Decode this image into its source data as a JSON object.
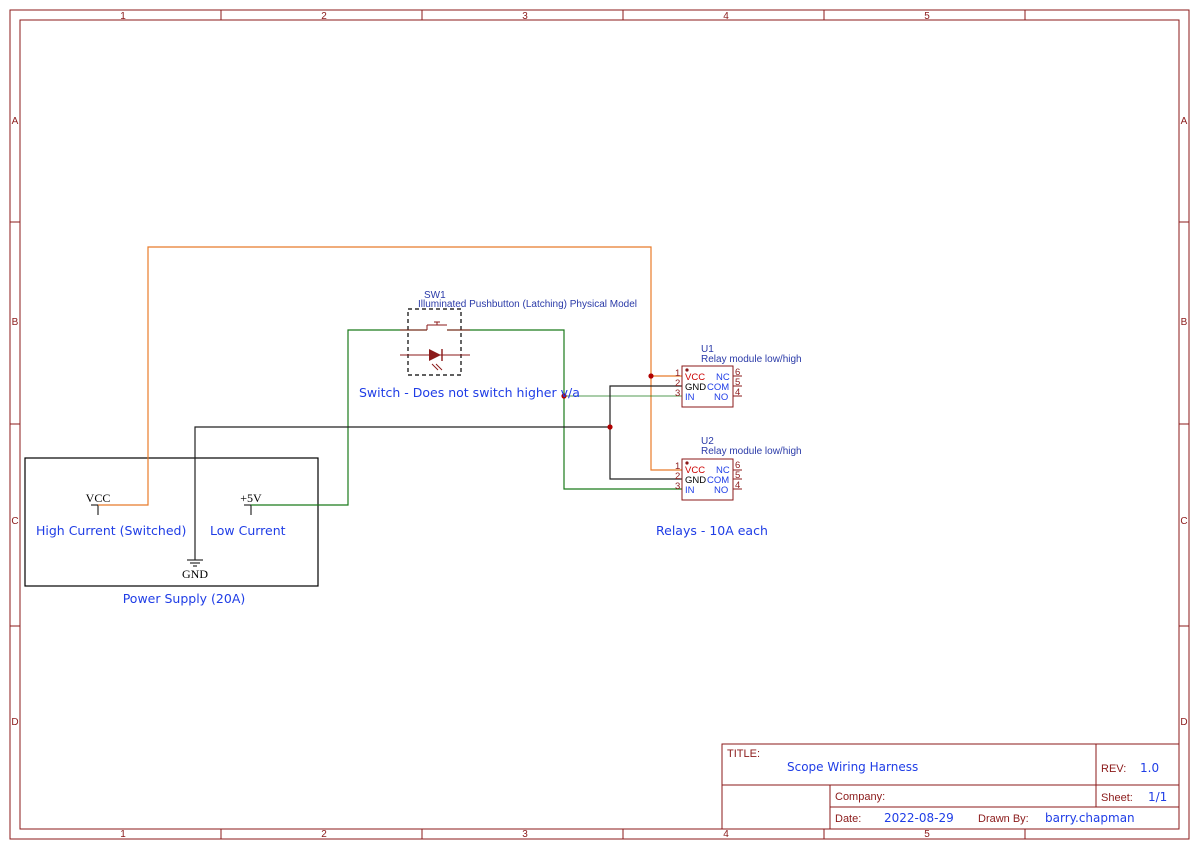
{
  "frame": {
    "columns": [
      "1",
      "2",
      "3",
      "4",
      "5"
    ],
    "rows": [
      "A",
      "B",
      "C",
      "D"
    ]
  },
  "title_block": {
    "title_label": "TITLE:",
    "title": "Scope Wiring Harness",
    "rev_label": "REV:",
    "rev": "1.0",
    "company_label": "Company:",
    "company": "",
    "sheet_label": "Sheet:",
    "sheet": "1/1",
    "date_label": "Date:",
    "date": "2022-08-29",
    "drawn_by_label": "Drawn By:",
    "drawn_by": "barry.chapman"
  },
  "power_supply": {
    "label": "Power Supply (20A)",
    "vcc": "VCC",
    "vcc_desc": "High Current (Switched)",
    "p5v": "+5V",
    "p5v_desc": "Low Current",
    "gnd": "GND"
  },
  "switch": {
    "ref": "SW1",
    "value": "Illuminated Pushbutton (Latching) Physical Model",
    "note": "Switch - Does not switch higher v/a"
  },
  "relays": {
    "note": "Relays - 10A each",
    "items": [
      {
        "ref": "U1",
        "value": "Relay module low/high",
        "left_pins": [
          "1",
          "2",
          "3"
        ],
        "left_names": [
          "VCC",
          "GND",
          "IN"
        ],
        "right_names": [
          "NC",
          "COM",
          "NO"
        ],
        "right_pins": [
          "6",
          "5",
          "4"
        ]
      },
      {
        "ref": "U2",
        "value": "Relay module low/high",
        "left_pins": [
          "1",
          "2",
          "3"
        ],
        "left_names": [
          "VCC",
          "GND",
          "IN"
        ],
        "right_names": [
          "NC",
          "COM",
          "NO"
        ],
        "right_pins": [
          "6",
          "5",
          "4"
        ]
      }
    ]
  },
  "colors": {
    "frame": "#8b1a1a",
    "vcc_wire": "#e87b2a",
    "signal_wire": "#1a7a1a",
    "gnd_wire": "#222222",
    "label_text": "#1f3de6",
    "junction": "#b00000"
  }
}
